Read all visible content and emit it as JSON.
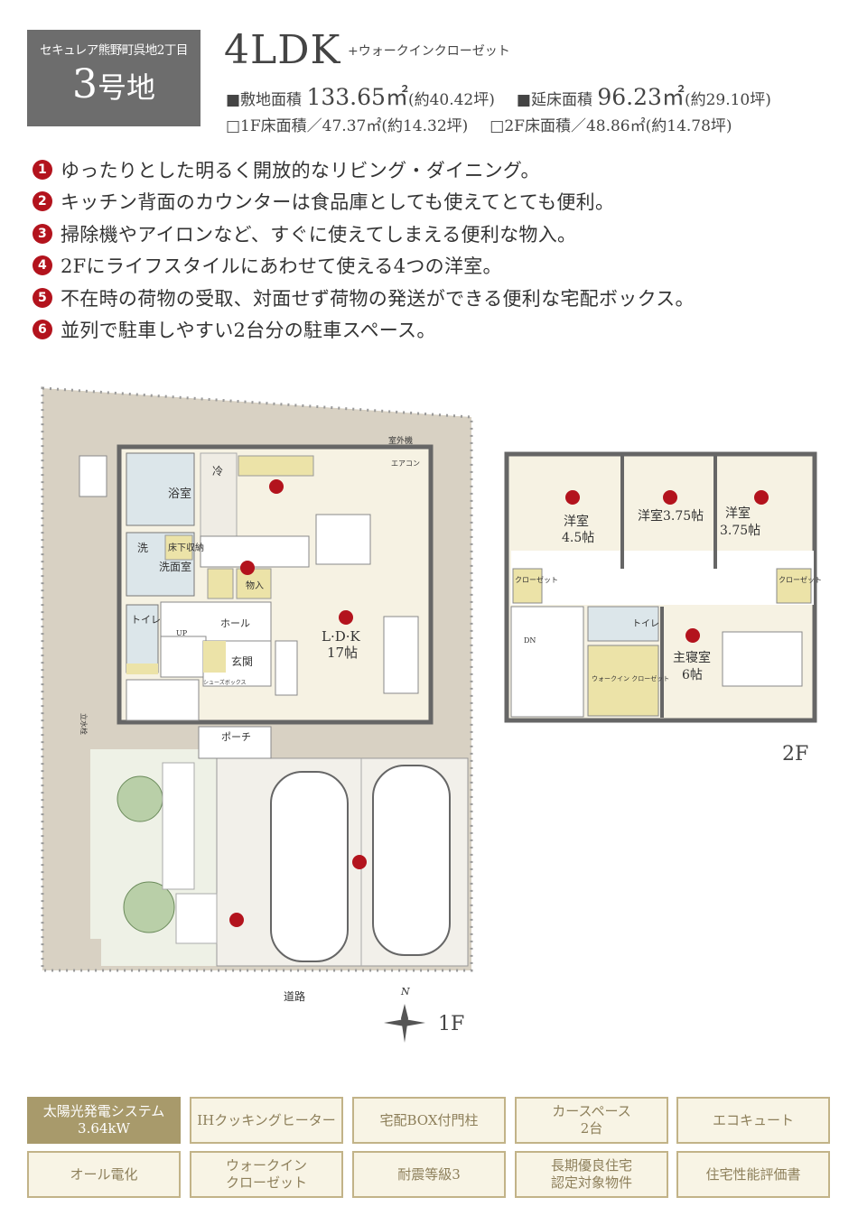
{
  "header": {
    "development": "セキュレア熊野町呉地2丁目",
    "lot_number": "3",
    "lot_suffix": "号地",
    "plan_type": "4LDK",
    "plan_extra": "+ウォークインクローゼット",
    "site_area_label": "■敷地面積",
    "site_area_value": "133.65㎡",
    "site_area_tsubo": "(約40.42坪)",
    "floor_area_label": "■延床面積",
    "floor_area_value": "96.23㎡",
    "floor_area_tsubo": "(約29.10坪)",
    "f1_area": "□1F床面積／47.37㎡(約14.32坪)",
    "f2_area": "□2F床面積／48.86㎡(約14.78坪)"
  },
  "features": [
    {
      "num": "1",
      "text": "ゆったりとした明るく開放的なリビング・ダイニング。"
    },
    {
      "num": "2",
      "text": "キッチン背面のカウンターは食品庫としても使えてとても便利。"
    },
    {
      "num": "3",
      "text": "掃除機やアイロンなど、すぐに使えてしまえる便利な物入。"
    },
    {
      "num": "4",
      "text": "2Fにライフスタイルにあわせて使える4つの洋室。"
    },
    {
      "num": "5",
      "text": "不在時の荷物の受取、対面せず荷物の発送ができる便利な宅配ボックス。"
    },
    {
      "num": "6",
      "text": "並列で駐車しやすい2台分の駐車スペース。"
    }
  ],
  "plan_1f": {
    "floor": "1F",
    "outdoor_unit": "室外機",
    "aircon": "エアコン",
    "fridge": "冷",
    "bath": "浴室",
    "wash": "洗",
    "underfloor": "床下収納",
    "washroom": "洗面室",
    "storage": "物入",
    "toilet": "トイレ",
    "hall": "ホール",
    "up": "UP",
    "shoes": "シューズボックス",
    "entrance": "玄関",
    "porch": "ポーチ",
    "ldk": "L·D·K",
    "ldk_size": "17帖",
    "faucet": "立水栓",
    "road": "道路",
    "north": "N"
  },
  "plan_2f": {
    "floor": "2F",
    "room1": "洋室",
    "room1_size": "4.5帖",
    "room2": "洋室3.75帖",
    "room3": "洋室",
    "room3_size": "3.75帖",
    "closet": "クローゼット",
    "toilet": "トイレ",
    "wic": "ウォークイン クローゼット",
    "master": "主寝室",
    "master_size": "6帖",
    "down": "DN"
  },
  "badges": [
    {
      "label": "太陽光発電システム\n3.64kW",
      "active": true
    },
    {
      "label": "IHクッキングヒーター",
      "active": false
    },
    {
      "label": "宅配BOX付門柱",
      "active": false
    },
    {
      "label": "カースペース\n2台",
      "active": false
    },
    {
      "label": "エコキュート",
      "active": false
    },
    {
      "label": "オール電化",
      "active": false
    },
    {
      "label": "ウォークイン\nクローゼット",
      "active": false
    },
    {
      "label": "耐震等級3",
      "active": false
    },
    {
      "label": "長期優良住宅\n認定対象物件",
      "active": false
    },
    {
      "label": "住宅性能評価書",
      "active": false
    }
  ],
  "colors": {
    "accent_red": "#b3131d",
    "badge_gold": "#a89a6b",
    "lot_gray": "#6d6d6d"
  }
}
